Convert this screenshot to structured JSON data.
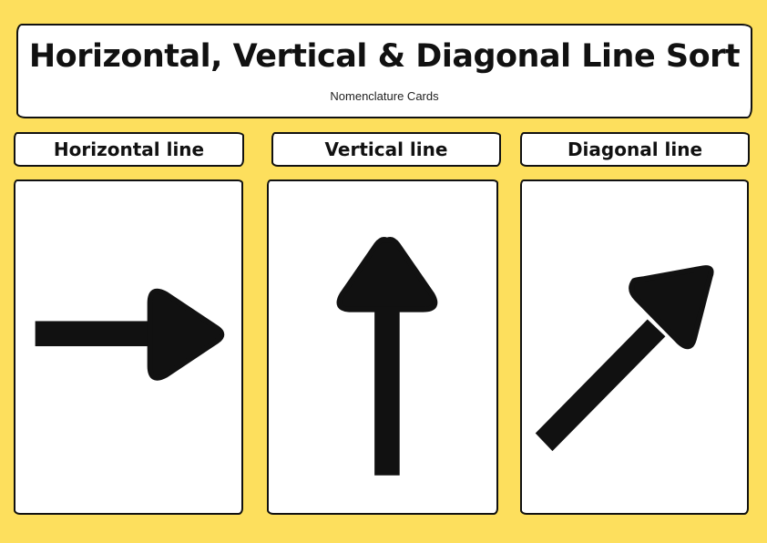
{
  "header": {
    "title": "Horizontal, Vertical & Diagonal Line Sort",
    "subtitle": "Nomenclature Cards"
  },
  "cards": [
    {
      "label": "Horizontal line",
      "icon": "arrow-right-icon"
    },
    {
      "label": "Vertical line",
      "icon": "arrow-up-icon"
    },
    {
      "label": "Diagonal line",
      "icon": "arrow-up-right-icon"
    }
  ],
  "colors": {
    "background": "#fddf5d",
    "panel": "#ffffff",
    "ink": "#111111"
  }
}
